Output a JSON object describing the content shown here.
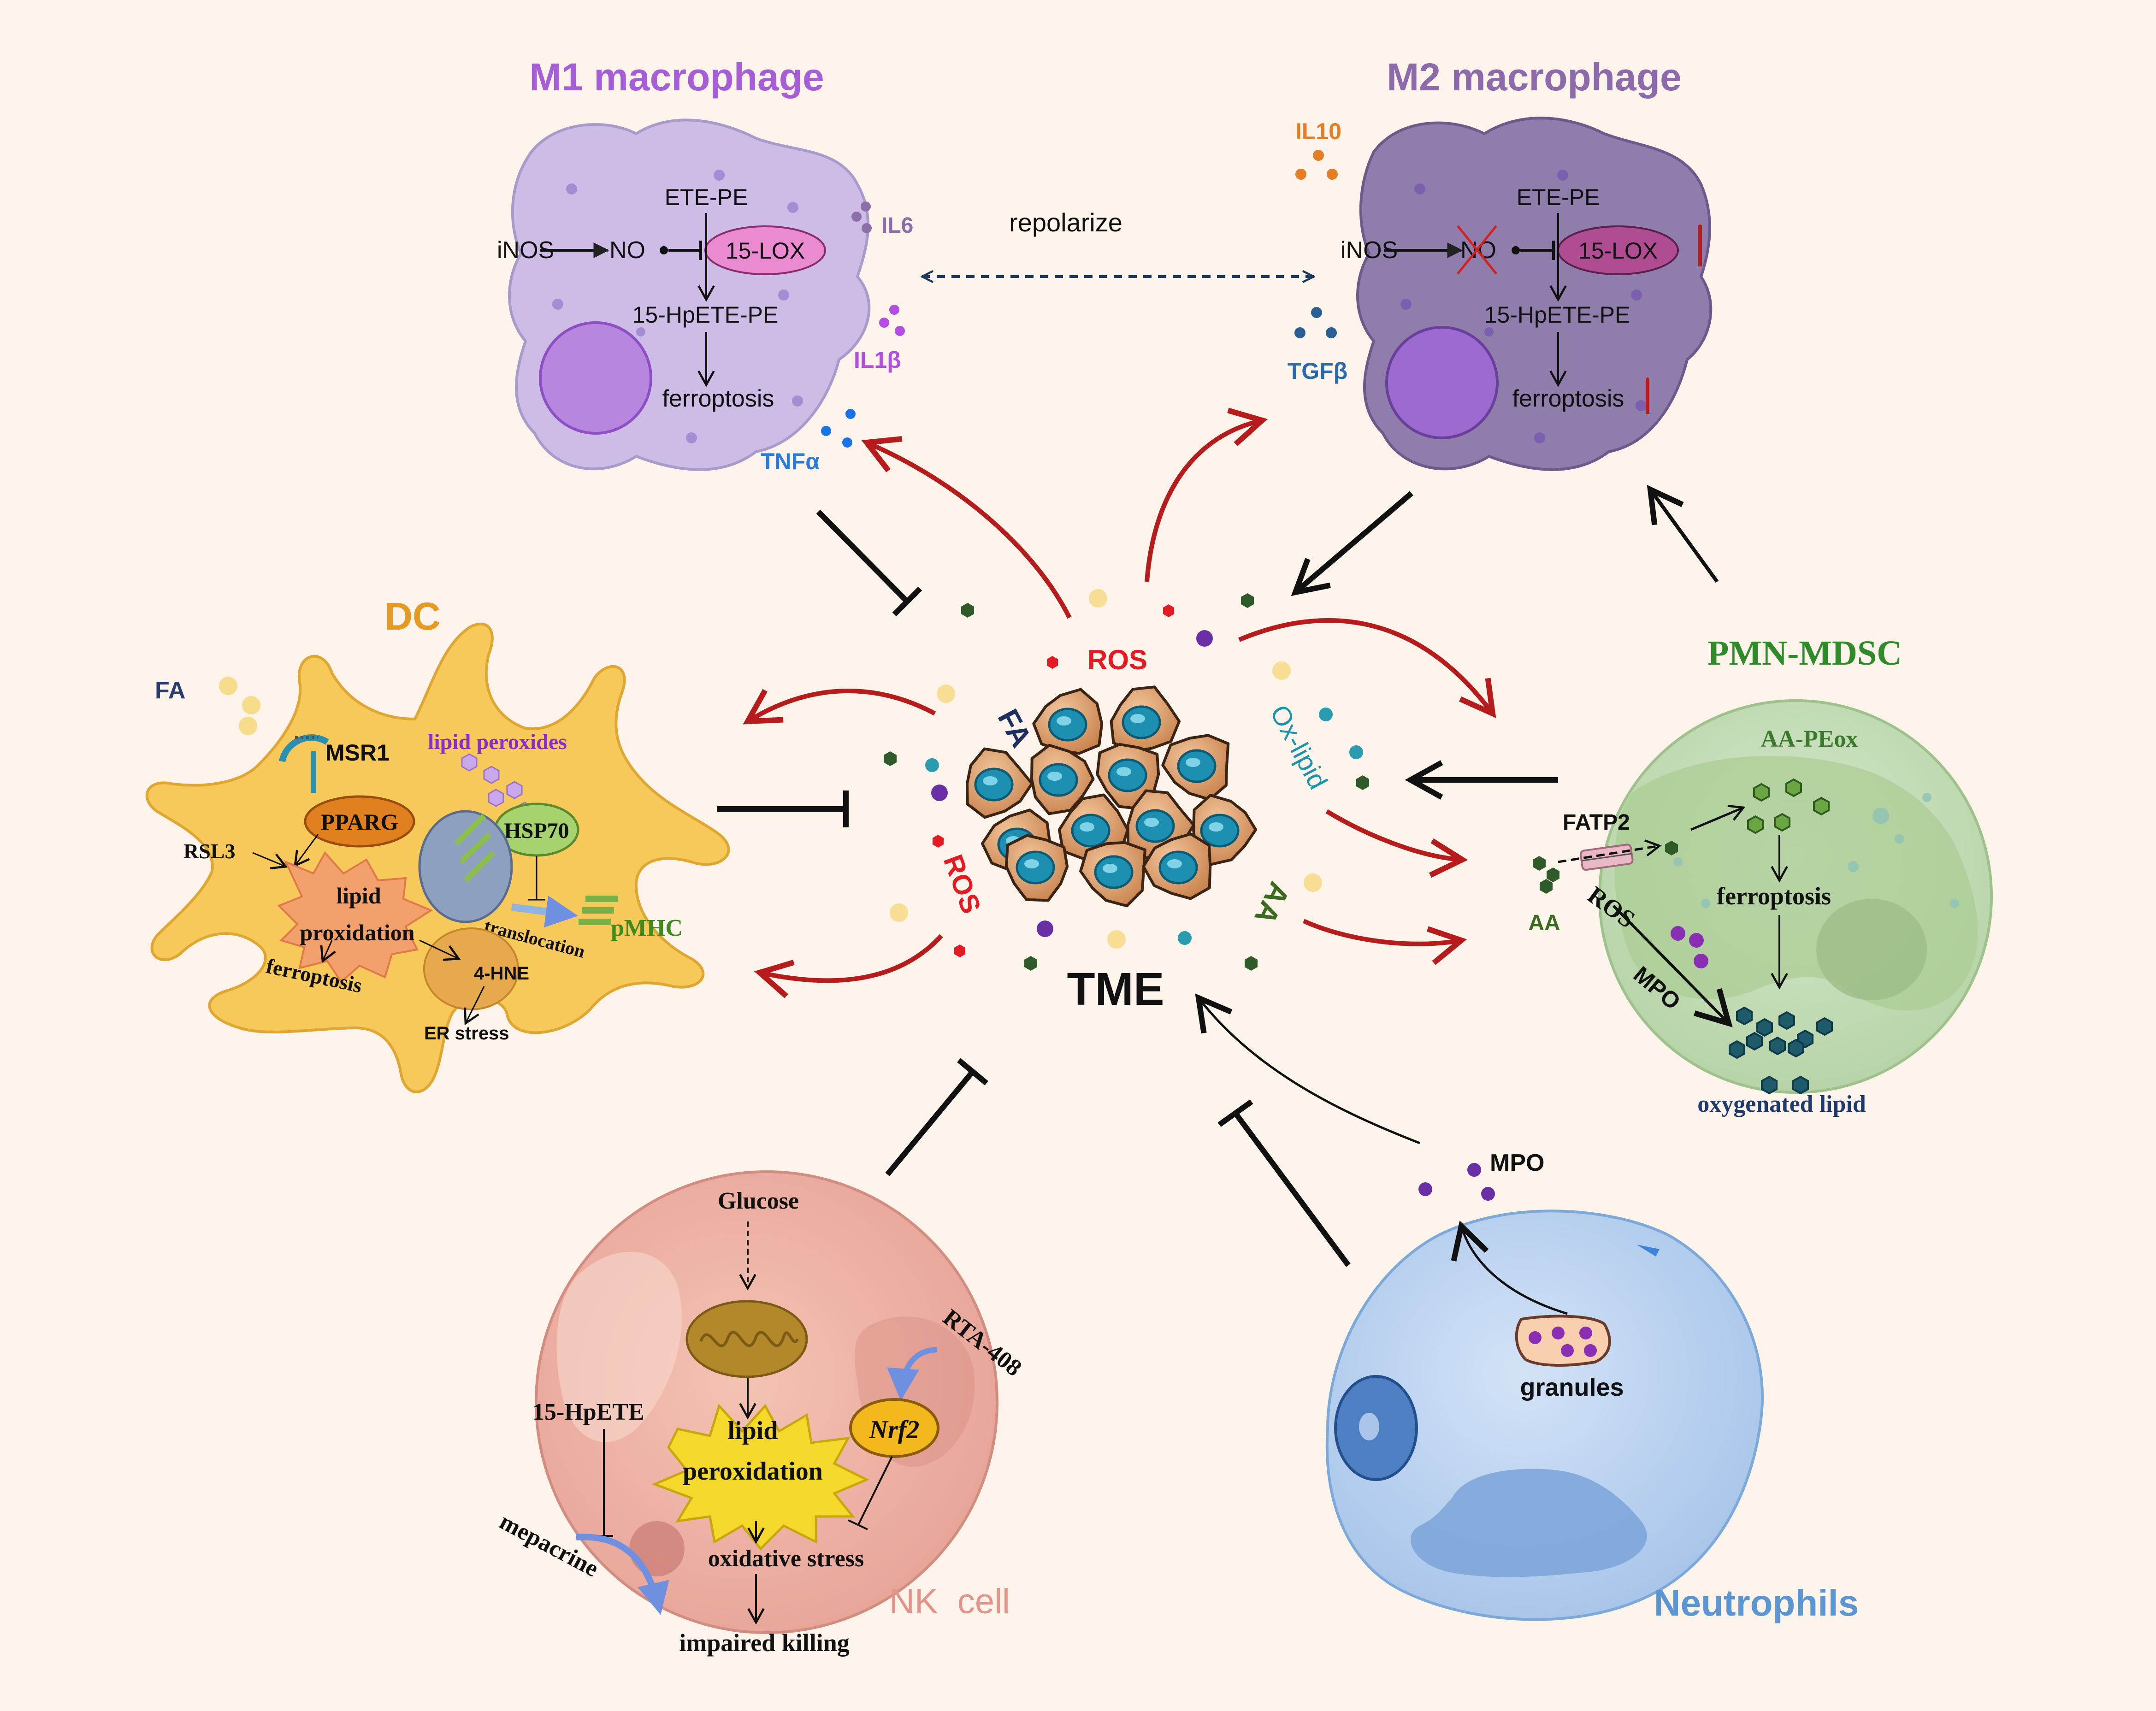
{
  "cells": {
    "m1": {
      "title": "M1 macrophage",
      "ete_pe": "ETE-PE",
      "inos": "iNOS",
      "no": "NO",
      "lox": "15-LOX",
      "hpete": "15-HpETE-PE",
      "ferroptosis": "ferroptosis",
      "il6": "IL6",
      "il1b": "IL1β",
      "tnfa": "TNFα"
    },
    "m2": {
      "title": "M2 macrophage",
      "ete_pe": "ETE-PE",
      "inos": "iNOS",
      "no": "NO",
      "lox": "15-LOX",
      "hpete": "15-HpETE-PE",
      "ferroptosis": "ferroptosis",
      "il10": "IL10",
      "tgfb": "TGFβ"
    },
    "repolarize": "repolarize",
    "dc": {
      "title": "DC",
      "fa": "FA",
      "msr1": "MSR1",
      "lipid_peroxides": "lipid peroxides",
      "pparg": "PPARG",
      "hsp70": "HSP70",
      "rsl3": "RSL3",
      "lipid_prox": "lipid",
      "lipid_prox2": "proxidation",
      "translocation": "translocation",
      "pmhc": "pMHC",
      "ferroptosis": "ferroptosis",
      "hne": "4-HNE",
      "er_stress": "ER stress"
    },
    "tme": {
      "label": "TME",
      "ros_top": "ROS",
      "ros_left": "ROS",
      "fa": "FA",
      "ox_lipid": "Ox-lipid",
      "aa": "AA"
    },
    "pmn": {
      "title": "PMN-MDSC",
      "aa_peox": "AA-PEox",
      "fatp2": "FATP2",
      "aa": "AA",
      "ros": "ROS",
      "mpo": "MPO",
      "ferroptosis": "ferroptosis",
      "oxy_lipid": "oxygenated lipid"
    },
    "nk": {
      "title": "NK  cell",
      "glucose": "Glucose",
      "rta": "RTA-408",
      "hpete": "15-HpETE",
      "nrf2": "Nrf2",
      "lipid": "lipid",
      "peroxidation": "peroxidation",
      "mepacrine": "mepacrine",
      "oxidative": "oxidative stress",
      "impaired": "impaired killing"
    },
    "neutrophils": {
      "title": "Neutrophils",
      "mpo": "MPO",
      "granules": "granules"
    }
  },
  "colors": {
    "background": "#fcf3ea",
    "m1_title": "#a65ed6",
    "m2_title": "#8d6bab",
    "dc_title": "#e69a22",
    "pmn_title": "#2f8a2a",
    "nk_title": "#e2948a",
    "neutrophil_title": "#5b96d2",
    "ros": "#e31b23",
    "arrow_red": "#b71c1c"
  }
}
